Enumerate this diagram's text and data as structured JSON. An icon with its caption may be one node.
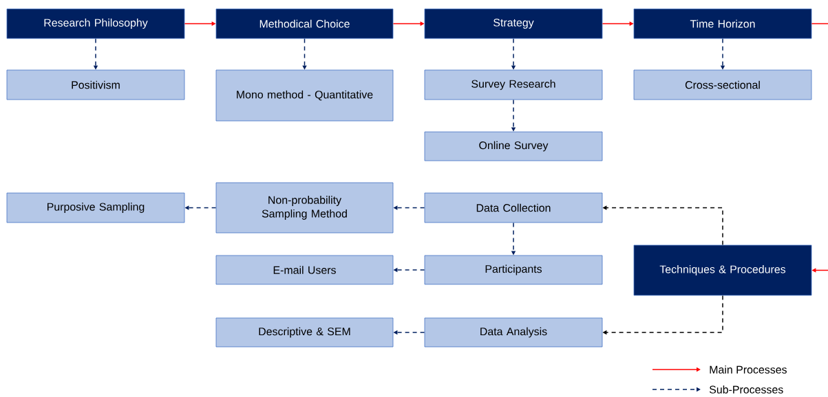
{
  "diagram": {
    "nodes": [
      {
        "text": [
          "Research Philosophy"
        ]
      },
      {
        "text": [
          "Methodical Choice"
        ]
      },
      {
        "text": [
          "Strategy"
        ]
      },
      {
        "text": [
          "Time Horizon"
        ]
      },
      {
        "text": [
          "Positivism"
        ]
      },
      {
        "text": [
          "Mono method - Quantitative"
        ]
      },
      {
        "text": [
          "Survey Research"
        ]
      },
      {
        "text": [
          "Cross-sectional"
        ]
      },
      {
        "text": [
          "Online Survey"
        ]
      },
      {
        "text": [
          "Purposive Sampling"
        ]
      },
      {
        "text": [
          "Non-probability Sampling Method"
        ]
      },
      {
        "text": [
          "Data Collection"
        ]
      },
      {
        "text": [
          "Techniques & Procedures"
        ]
      },
      {
        "text": [
          "E-mail Users"
        ]
      },
      {
        "text": [
          "Participants"
        ]
      },
      {
        "text": [
          "Descriptive & SEM"
        ]
      },
      {
        "text": [
          "Data Analysis"
        ]
      }
    ],
    "edges": [
      {
        "from": 0,
        "to": 1,
        "arrow": "to",
        "color": "#ff0000"
      },
      {
        "from": 1,
        "to": 2,
        "arrow": "to",
        "color": "#ff0000"
      },
      {
        "from": 2,
        "to": 3,
        "arrow": "to",
        "color": "#ff0000"
      },
      {
        "from": 3,
        "to": null,
        "arrow": "none",
        "color": "#ff0000"
      },
      {
        "from": null,
        "to": 12,
        "arrow": "to",
        "color": "#ff0000"
      },
      {
        "from": 0,
        "to": 4,
        "arrow": "to",
        "style": "dashed"
      },
      {
        "from": 1,
        "to": 5,
        "arrow": "to",
        "style": "dashed"
      },
      {
        "from": 2,
        "to": 6,
        "arrow": "to",
        "style": "dashed"
      },
      {
        "from": 6,
        "to": 8,
        "arrow": "to",
        "style": "dashed"
      },
      {
        "from": 3,
        "to": 7,
        "arrow": "to",
        "style": "dashed"
      },
      {
        "from": 12,
        "to": 11,
        "arrow": "to",
        "style": "dashed",
        "color": "#000000"
      },
      {
        "from": 12,
        "to": 16,
        "arrow": "to",
        "style": "dashed",
        "color": "#000000"
      },
      {
        "from": 11,
        "to": 10,
        "arrow": "to",
        "style": "dashed"
      },
      {
        "from": 10,
        "to": 9,
        "arrow": "to",
        "style": "dashed"
      },
      {
        "from": 11,
        "to": 14,
        "arrow": "to",
        "style": "dashed"
      },
      {
        "from": 14,
        "to": 13,
        "arrow": "to",
        "style": "dashed"
      },
      {
        "from": 16,
        "to": 15,
        "arrow": "to",
        "style": "dashed"
      }
    ],
    "legend": [
      {
        "text": "Main Processes"
      },
      {
        "text": "Sub-Processes"
      }
    ]
  }
}
